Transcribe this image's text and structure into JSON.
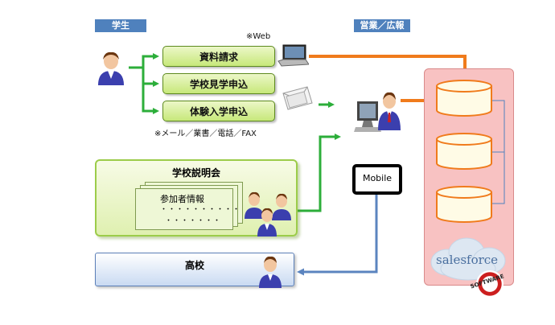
{
  "labels": {
    "student": "学生",
    "sales": "営業／広報",
    "web_note": "※Web",
    "channel_note": "※メール／業書／電話／FAX",
    "mobile": "Mobile",
    "high_school": "高校"
  },
  "requests": [
    {
      "label": "資料請求"
    },
    {
      "label": "学校見学申込"
    },
    {
      "label": "体験入学申込"
    }
  ],
  "session": {
    "title": "学校説明会",
    "card_title": "参加者情報",
    "dots1": "……….",
    "dots2": "…….",
    "dots_line1": "・・・・・・・・・・",
    "dots_line2": "・・・・・・・"
  },
  "salesforce": {
    "logo": "salesforce",
    "badge": "SOFTWARE"
  },
  "colors": {
    "green_arrow": "#2cae3a",
    "orange_arrow": "#f07b1c",
    "blue_arrow": "#5b84bf",
    "tag_blue": "#4f81bd",
    "sf_panel": "#f8c2c2"
  }
}
